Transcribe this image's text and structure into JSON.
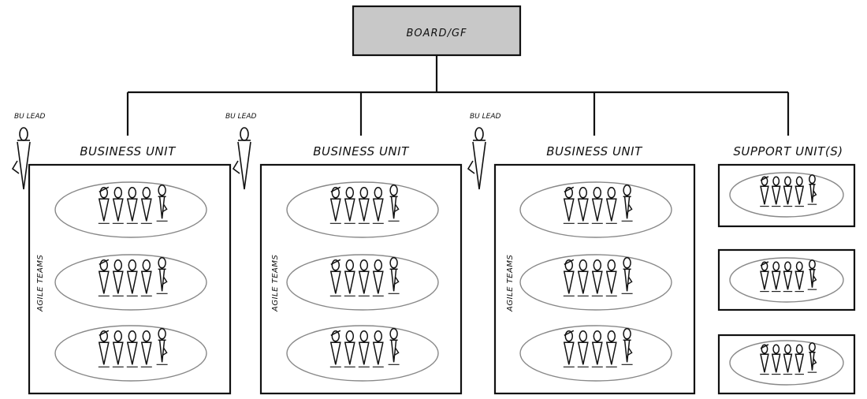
{
  "board": {
    "label": "BOARD/GF"
  },
  "business_units": [
    {
      "title": "BUSINESS UNIT",
      "lead_label": "BU LEAD",
      "side_label": "AGILE TEAMS",
      "teams": 3
    },
    {
      "title": "BUSINESS UNIT",
      "lead_label": "BU LEAD",
      "side_label": "AGILE TEAMS",
      "teams": 3
    },
    {
      "title": "BUSINESS UNIT",
      "lead_label": "BU LEAD",
      "side_label": "AGILE TEAMS",
      "teams": 3
    }
  ],
  "support": {
    "title": "SUPPORT UNIT(S)",
    "boxes": 3
  },
  "colors": {
    "board_fill": "#c8c8c8",
    "stroke": "#111111",
    "team_ellipse": "#888888",
    "accent": "#111111"
  },
  "icons": {
    "person": "person-stick-figure-icon",
    "lead": "bu-lead-figure-icon"
  }
}
